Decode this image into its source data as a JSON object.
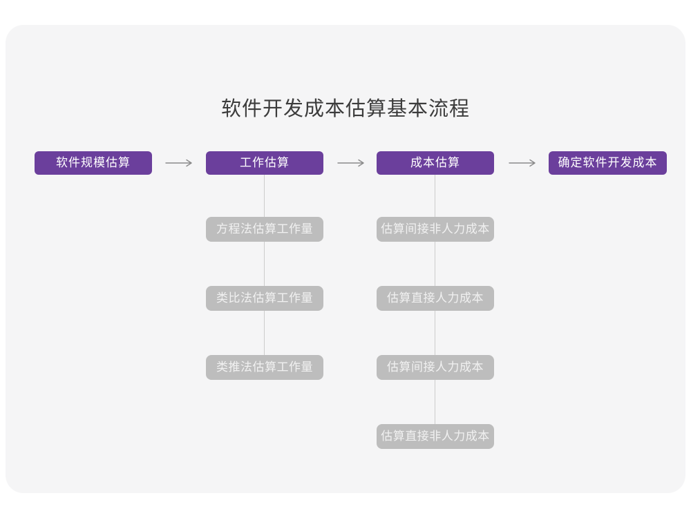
{
  "title": "软件开发成本估算基本流程",
  "colors": {
    "accent_purple": "#6b3f9c",
    "substep_gray": "#bdbdbd",
    "card_background": "#f5f5f6",
    "connector_line": "#cccccc",
    "arrow_stroke": "#8a8a8a",
    "title_text": "#3c3c3c"
  },
  "icons": {
    "flow_arrow": "right-arrow"
  },
  "flow": {
    "stages": [
      {
        "label": "软件规模估算",
        "substeps": []
      },
      {
        "label": "工作估算",
        "substeps": [
          "方程法估算工作量",
          "类比法估算工作量",
          "类推法估算工作量"
        ]
      },
      {
        "label": "成本估算",
        "substeps": [
          "估算间接非人力成本",
          "估算直接人力成本",
          "估算间接人力成本",
          "估算直接非人力成本"
        ]
      },
      {
        "label": "确定软件开发成本",
        "substeps": []
      }
    ]
  }
}
